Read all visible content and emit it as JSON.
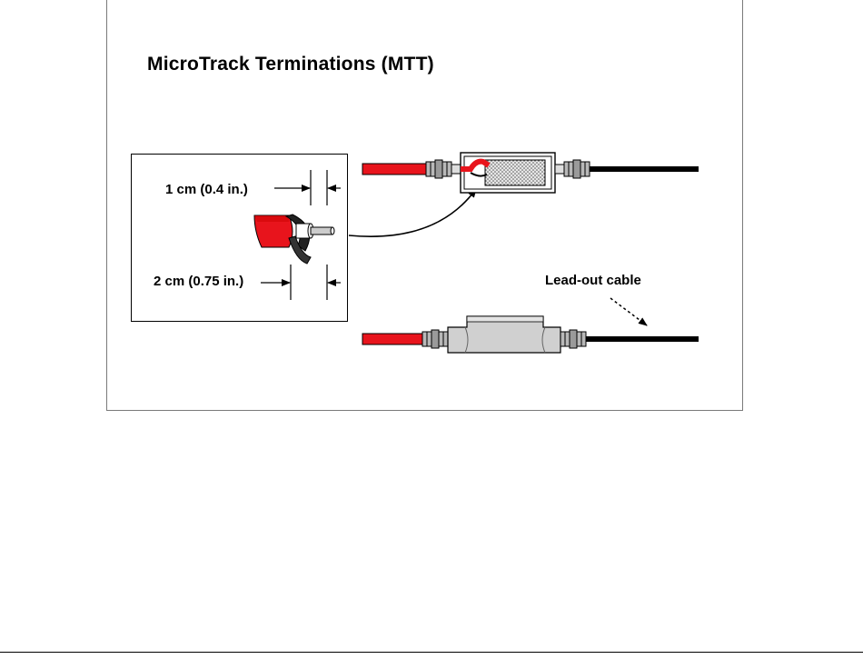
{
  "figure": {
    "title": "MicroTrack Terminations (MTT)",
    "labels": {
      "strip_short": "1 cm (0.4 in.)",
      "strip_long": "2 cm (0.75 in.)",
      "lead_out": "Lead-out cable"
    },
    "colors": {
      "sensor_cable": "#e8141c",
      "lead_cable": "#000000",
      "enclosure": "#d0d0d0",
      "gland": "#b8b8b8"
    }
  }
}
